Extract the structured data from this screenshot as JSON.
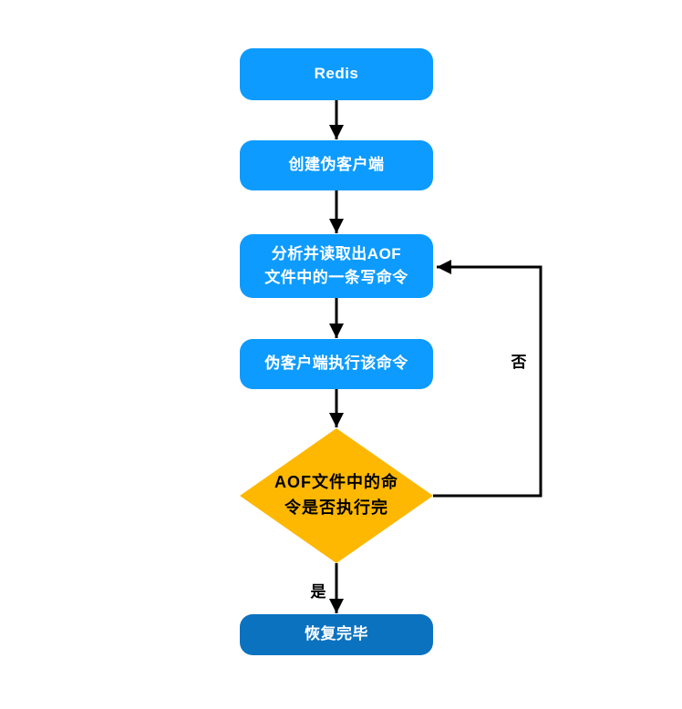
{
  "colors": {
    "node_blue": "#0d9bff",
    "node_dark_blue": "#0b72c0",
    "decision_amber": "#feb801",
    "line_black": "#000000",
    "node_text_white": "#ffffff",
    "decision_text_black": "#000000"
  },
  "flowchart": {
    "nodes": [
      {
        "id": "redis",
        "type": "rounded-rect",
        "label": "Redis"
      },
      {
        "id": "create-fake-client",
        "type": "rounded-rect",
        "label": "创建伪客户端"
      },
      {
        "id": "read-aof-command",
        "type": "rounded-rect",
        "label": "分析并读取出AOF文件中的一条写命令",
        "lines": [
          "分析并读取出AOF",
          "文件中的一条写命令"
        ]
      },
      {
        "id": "execute-command",
        "type": "rounded-rect",
        "label": "伪客户端执行该命令"
      },
      {
        "id": "aof-finished-decision",
        "type": "diamond",
        "label": "AOF文件中的命令是否执行完",
        "lines": [
          "AOF文件中的命",
          "令是否执行完"
        ]
      },
      {
        "id": "recovery-complete",
        "type": "rounded-rect",
        "label": "恢复完毕"
      }
    ],
    "edges": [
      {
        "from": "redis",
        "to": "create-fake-client",
        "label": ""
      },
      {
        "from": "create-fake-client",
        "to": "read-aof-command",
        "label": ""
      },
      {
        "from": "read-aof-command",
        "to": "execute-command",
        "label": ""
      },
      {
        "from": "execute-command",
        "to": "aof-finished-decision",
        "label": ""
      },
      {
        "from": "aof-finished-decision",
        "to": "recovery-complete",
        "label": "是"
      },
      {
        "from": "aof-finished-decision",
        "to": "read-aof-command",
        "label": "否"
      }
    ]
  }
}
